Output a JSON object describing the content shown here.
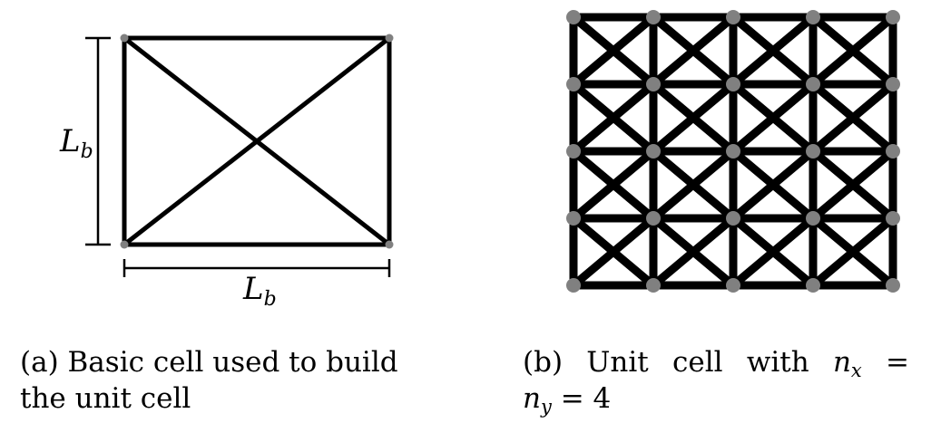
{
  "panel_a": {
    "dim_label_vertical": {
      "base": "L",
      "sub": "b"
    },
    "dim_label_horizontal": {
      "base": "L",
      "sub": "b"
    },
    "caption_label": "(a)",
    "caption_line1": "Basic cell used to build",
    "caption_line2": "the unit cell"
  },
  "panel_b": {
    "caption_label": "(b)",
    "caption_word1": "Unit",
    "caption_word2": "cell",
    "caption_word3": "with",
    "var_nx": {
      "base": "n",
      "sub": "x"
    },
    "var_ny": {
      "base": "n",
      "sub": "y"
    },
    "equals": "=",
    "value": "4",
    "grid": {
      "nx": 4,
      "ny": 4
    }
  },
  "colors": {
    "strut": "#000000",
    "node": "#808080"
  }
}
